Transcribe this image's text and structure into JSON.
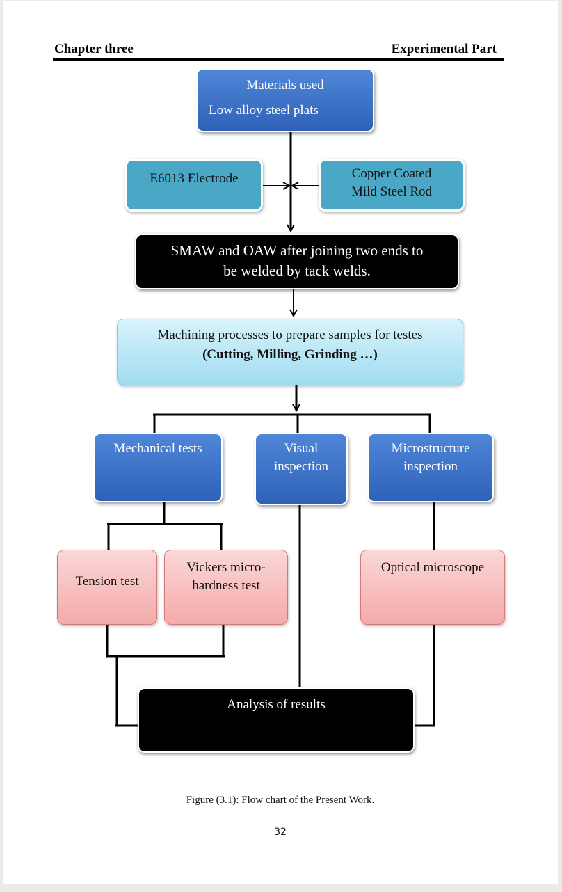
{
  "header": {
    "chapter": "Chapter three",
    "section": "Experimental Part"
  },
  "flowchart": {
    "materials": {
      "line1": "Materials used",
      "line2": "Low alloy steel plats"
    },
    "electrode": "E6013 Electrode",
    "rod": {
      "line1": "Copper Coated",
      "line2": "Mild Steel Rod"
    },
    "welding": {
      "line1": "SMAW and OAW after joining two ends to",
      "line2": "be welded by tack welds."
    },
    "machining": {
      "line1": "Machining processes to prepare samples for testes",
      "line2": "(Cutting, Milling, Grinding …)"
    },
    "mechanical": "Mechanical tests",
    "visual": {
      "line1": "Visual",
      "line2": "inspection"
    },
    "microstructure": {
      "line1": "Microstructure",
      "line2": "inspection"
    },
    "tension": "Tension test",
    "vickers": {
      "line1": "Vickers micro-",
      "line2": "hardness test"
    },
    "optical": "Optical microscope",
    "analysis": "Analysis of results"
  },
  "caption": "Figure (3.1): Flow chart of the Present Work.",
  "page_number": "32"
}
